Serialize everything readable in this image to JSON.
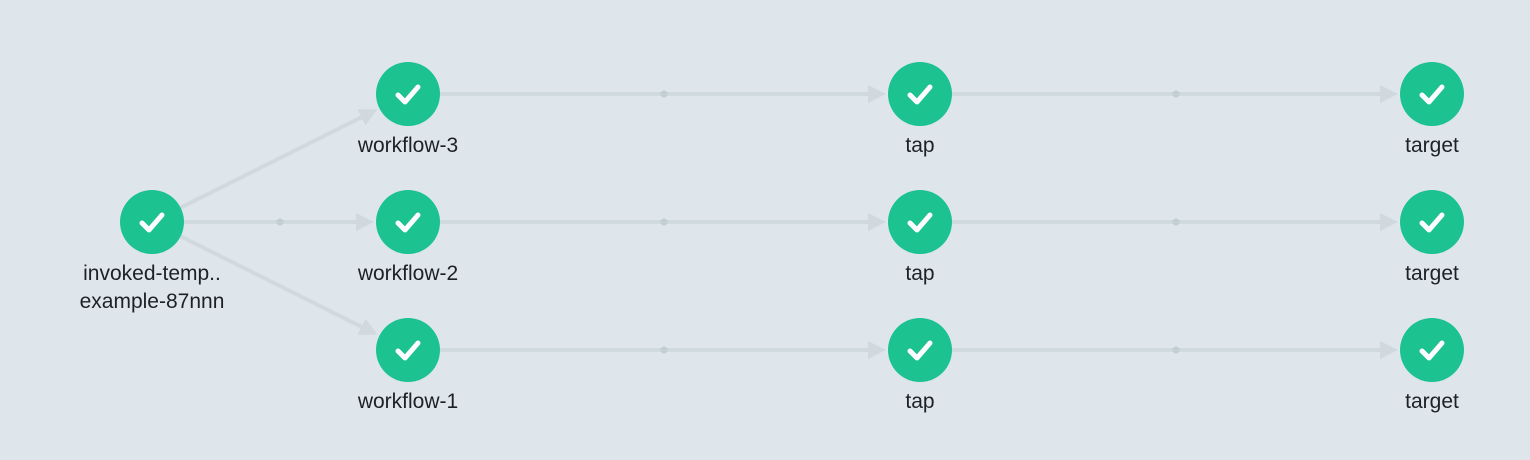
{
  "diagram": {
    "colors": {
      "background": "#dee6ec",
      "node_success": "#1dc291",
      "check": "#ffffff",
      "edge": "#cfd9de",
      "edge_dot": "#c3ced4"
    },
    "nodes": [
      {
        "id": "root",
        "label": "invoked-temp..\nexample-87nnn",
        "status": "succeeded",
        "icon": "check-icon"
      },
      {
        "id": "wf3",
        "label": "workflow-3",
        "status": "succeeded",
        "icon": "check-icon"
      },
      {
        "id": "tap3",
        "label": "tap",
        "status": "succeeded",
        "icon": "check-icon"
      },
      {
        "id": "target3",
        "label": "target",
        "status": "succeeded",
        "icon": "check-icon"
      },
      {
        "id": "wf2",
        "label": "workflow-2",
        "status": "succeeded",
        "icon": "check-icon"
      },
      {
        "id": "tap2",
        "label": "tap",
        "status": "succeeded",
        "icon": "check-icon"
      },
      {
        "id": "target2",
        "label": "target",
        "status": "succeeded",
        "icon": "check-icon"
      },
      {
        "id": "wf1",
        "label": "workflow-1",
        "status": "succeeded",
        "icon": "check-icon"
      },
      {
        "id": "tap1",
        "label": "tap",
        "status": "succeeded",
        "icon": "check-icon"
      },
      {
        "id": "target1",
        "label": "target",
        "status": "succeeded",
        "icon": "check-icon"
      }
    ],
    "edges": [
      {
        "from": "root",
        "to": "wf3"
      },
      {
        "from": "root",
        "to": "wf2"
      },
      {
        "from": "root",
        "to": "wf1"
      },
      {
        "from": "wf3",
        "to": "tap3"
      },
      {
        "from": "tap3",
        "to": "target3"
      },
      {
        "from": "wf2",
        "to": "tap2"
      },
      {
        "from": "tap2",
        "to": "target2"
      },
      {
        "from": "wf1",
        "to": "tap1"
      },
      {
        "from": "tap1",
        "to": "target1"
      }
    ]
  }
}
